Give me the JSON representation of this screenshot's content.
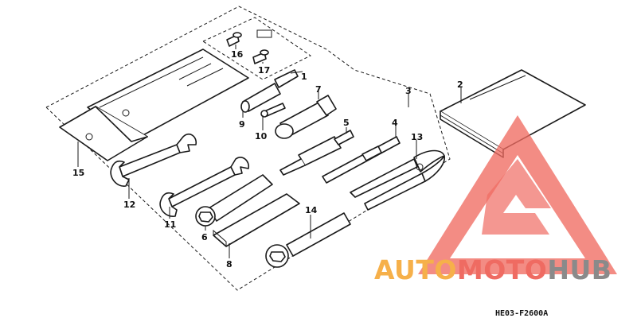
{
  "diagram": {
    "callouts": [
      "1",
      "2",
      "3",
      "4",
      "5",
      "6",
      "7",
      "8",
      "9",
      "10",
      "11",
      "12",
      "13",
      "14",
      "15",
      "16",
      "17"
    ],
    "drawing_code": "HE03-F2600A"
  },
  "watermark": {
    "text_orange": "AUTO",
    "text_red": "MOTO",
    "text_gray": "HUB",
    "colors": {
      "orange": "#f6b04a",
      "red": "#ef6b62",
      "gray": "#8a8a8a"
    }
  }
}
